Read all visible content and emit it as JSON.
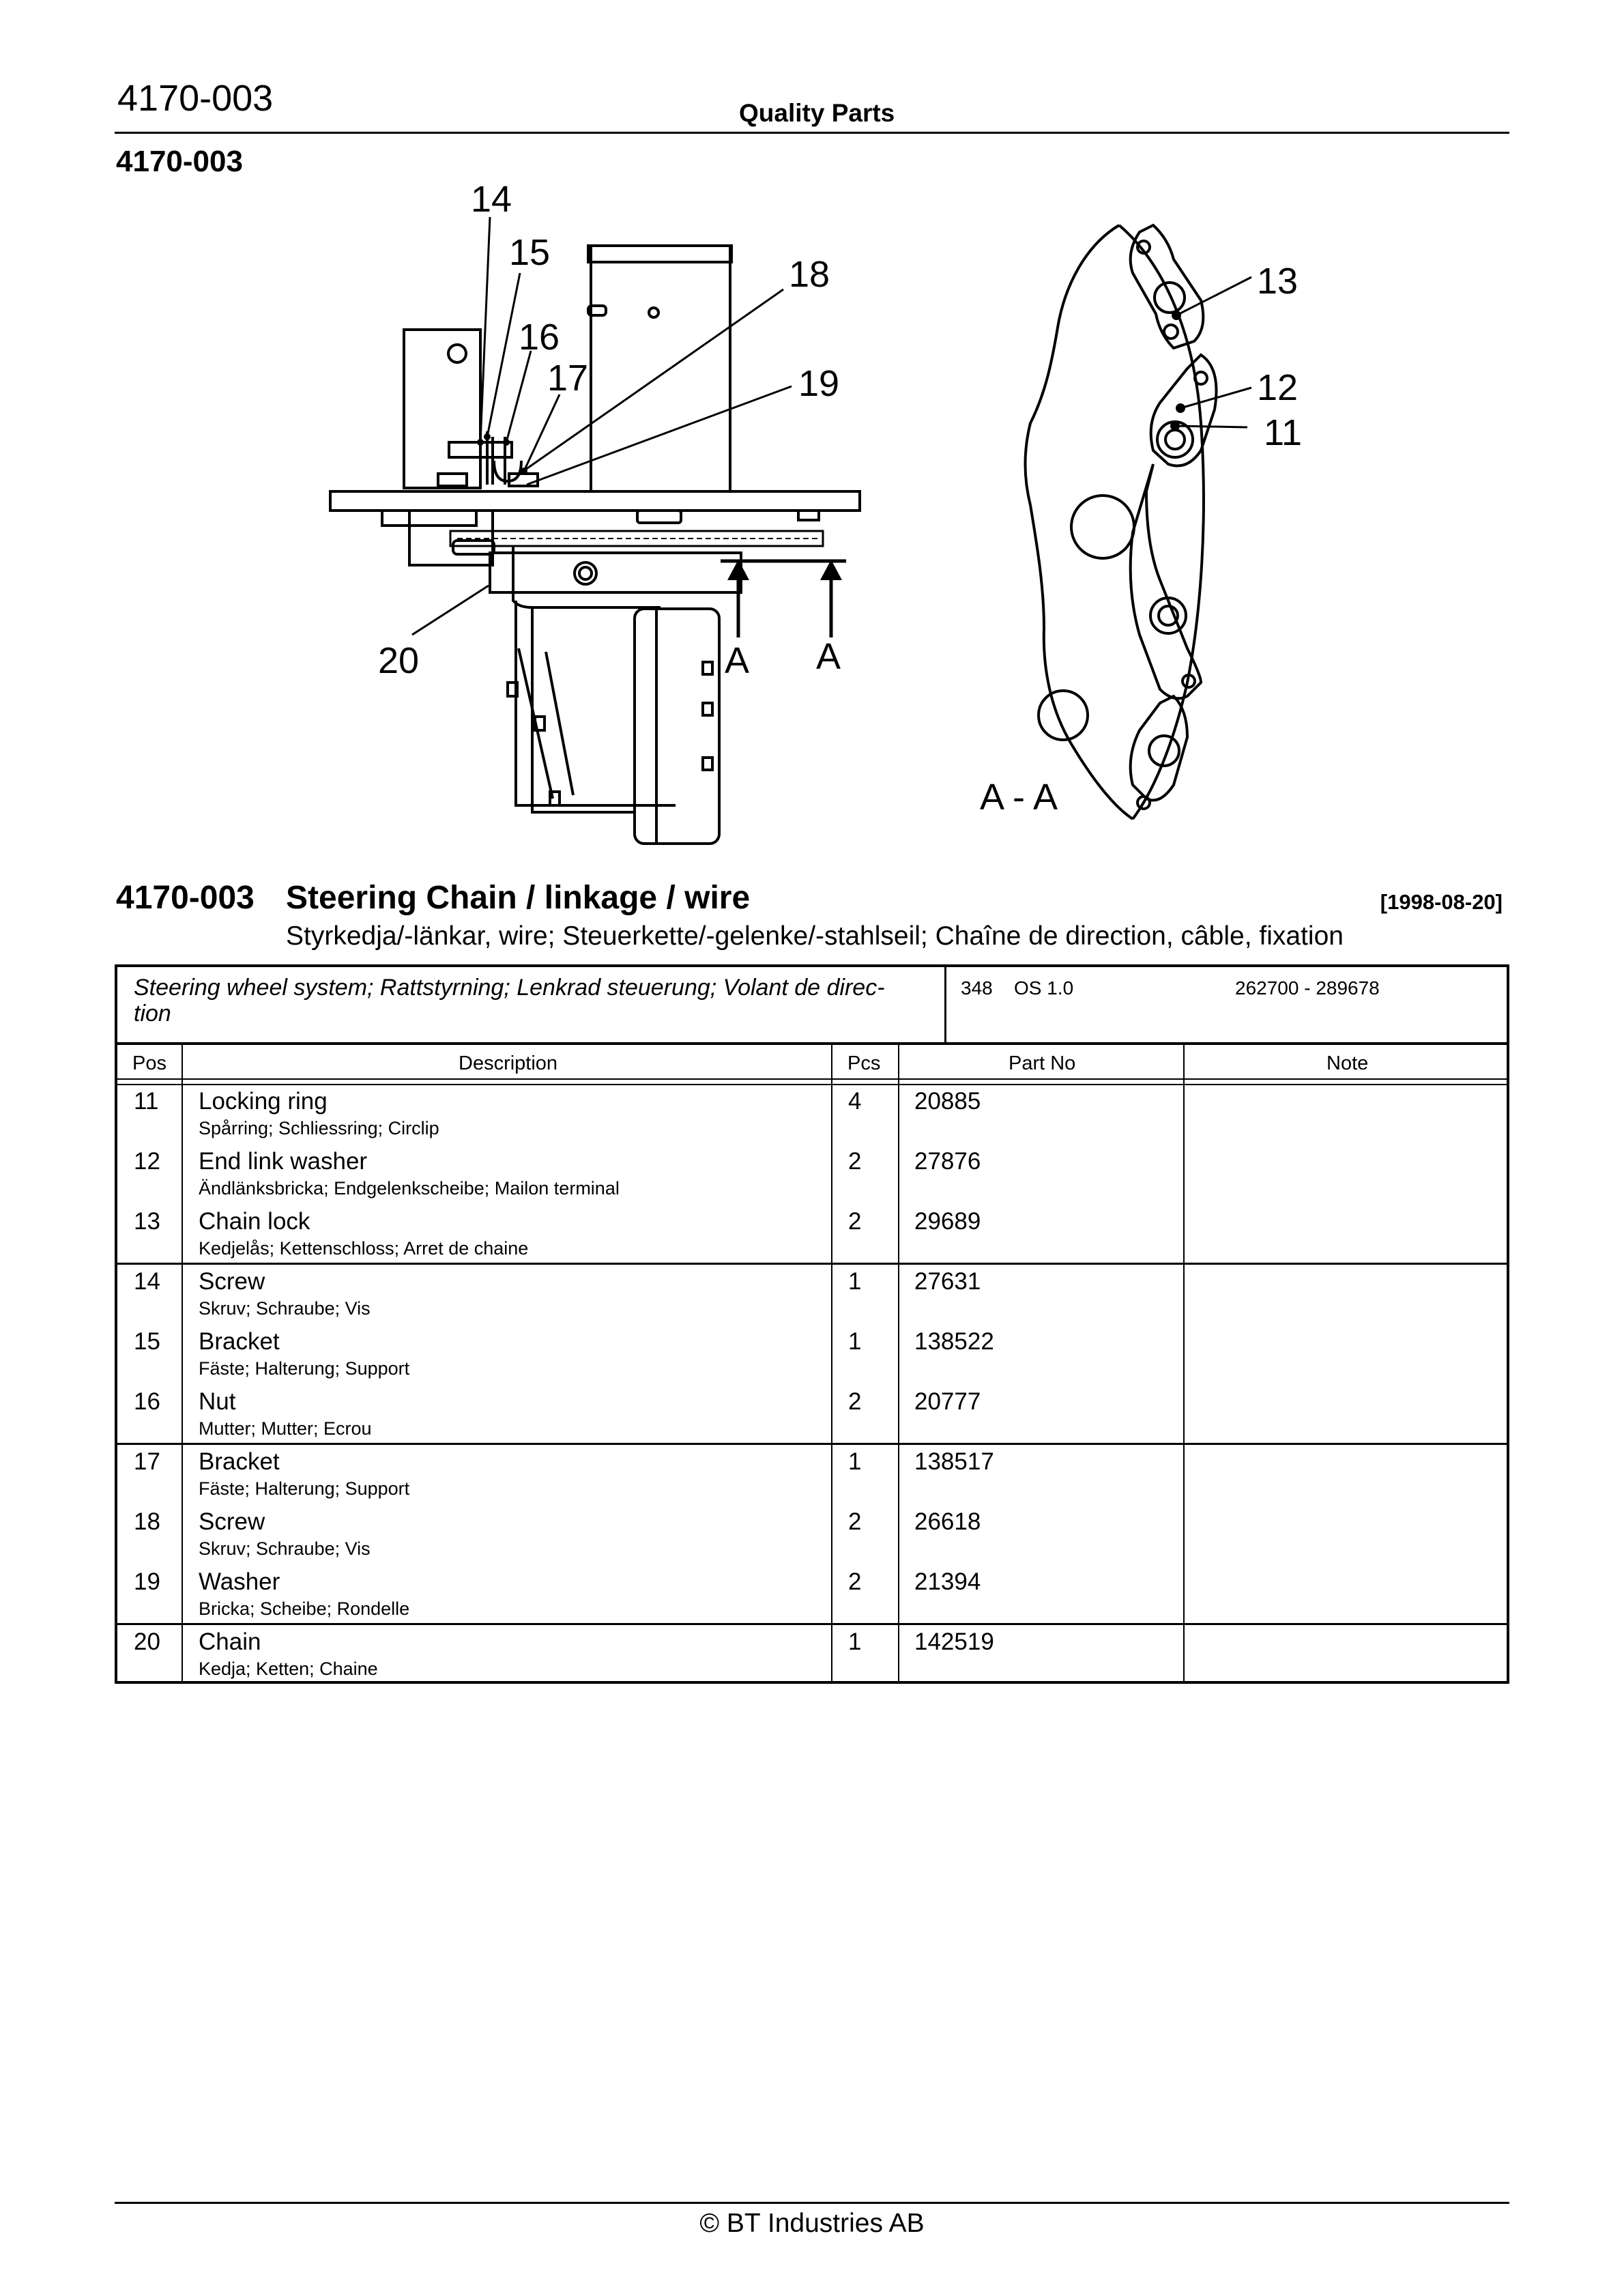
{
  "header": {
    "doc_number": "4170-003",
    "label": "Quality Parts",
    "section_number": "4170-003"
  },
  "drawing": {
    "callouts": [
      "14",
      "15",
      "16",
      "17",
      "18",
      "19",
      "20",
      "A",
      "A",
      "13",
      "12",
      "11",
      "A - A"
    ]
  },
  "title": {
    "number": "4170-003",
    "text": "Steering Chain / linkage / wire",
    "date": "[1998-08-20]",
    "subtitle": "Styrkedja/-länkar, wire; Steuerkette/-gelenke/-stahlseil; Chaîne de direction, câble, fixation"
  },
  "system": {
    "description": "Steering wheel system; Rattstyrning; Lenkrad steuerung; Volant de direc- tion",
    "code": "348",
    "version": "OS 1.0",
    "serial_range": "262700 - 289678"
  },
  "table": {
    "headers": [
      "Pos",
      "Description",
      "Pcs",
      "Part No",
      "Note"
    ],
    "rows": [
      {
        "pos": "11",
        "name": "Locking ring",
        "translations": "Spårring; Schliessring; Circlip",
        "pcs": "4",
        "part_no": "20885",
        "note": ""
      },
      {
        "pos": "12",
        "name": "End link washer",
        "translations": "Ändlänksbricka; Endgelenkscheibe; Mailon terminal",
        "pcs": "2",
        "part_no": "27876",
        "note": ""
      },
      {
        "pos": "13",
        "name": "Chain lock",
        "translations": "Kedjelås; Kettenschloss; Arret de chaine",
        "pcs": "2",
        "part_no": "29689",
        "note": ""
      },
      {
        "pos": "14",
        "name": "Screw",
        "translations": "Skruv; Schraube; Vis",
        "pcs": "1",
        "part_no": "27631",
        "note": ""
      },
      {
        "pos": "15",
        "name": "Bracket",
        "translations": "Fäste; Halterung; Support",
        "pcs": "1",
        "part_no": "138522",
        "note": ""
      },
      {
        "pos": "16",
        "name": "Nut",
        "translations": "Mutter; Mutter; Ecrou",
        "pcs": "2",
        "part_no": "20777",
        "note": ""
      },
      {
        "pos": "17",
        "name": "Bracket",
        "translations": "Fäste; Halterung; Support",
        "pcs": "1",
        "part_no": "138517",
        "note": ""
      },
      {
        "pos": "18",
        "name": "Screw",
        "translations": "Skruv; Schraube; Vis",
        "pcs": "2",
        "part_no": "26618",
        "note": ""
      },
      {
        "pos": "19",
        "name": "Washer",
        "translations": "Bricka; Scheibe; Rondelle",
        "pcs": "2",
        "part_no": "21394",
        "note": ""
      },
      {
        "pos": "20",
        "name": "Chain",
        "translations": "Kedja; Ketten; Chaine",
        "pcs": "1",
        "part_no": "142519",
        "note": ""
      }
    ]
  },
  "footer": {
    "text": "© BT Industries AB"
  }
}
